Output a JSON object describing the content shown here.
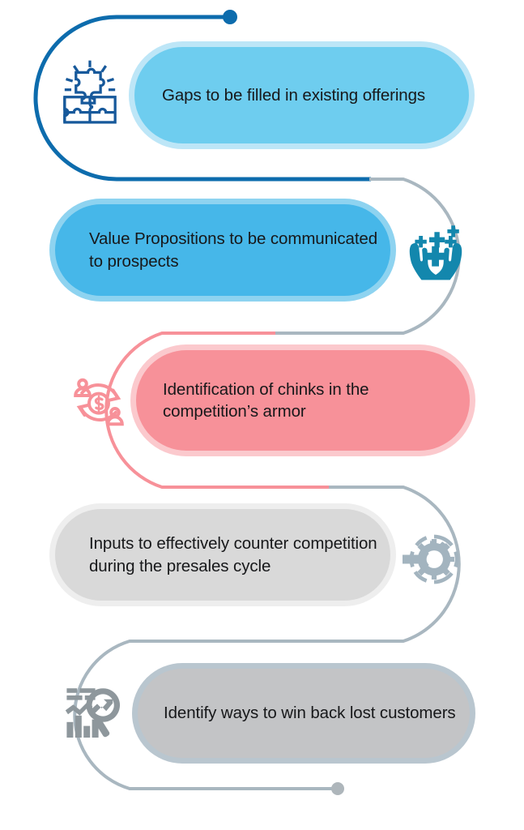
{
  "infographic": {
    "title_visible": false,
    "palette": {
      "dark_blue": "#0D6CAD",
      "light_blue_pill": "#6ECDEF",
      "light_blue_halo": "#BDE6F7",
      "blue_pill": "#46B7E9",
      "blue_halo": "#8ED3F0",
      "pink_line": "#F79199",
      "pink_pill": "#F79199",
      "pink_halo": "#FBC9CD",
      "gray_line": "#A9B7C0",
      "light_gray_pill": "#D9D9D9",
      "light_gray_halo": "#EEEEEE",
      "gray_pill": "#C3C4C6",
      "gray_halo": "#B9C6CF",
      "teal_icon": "#1387AD",
      "text": "#17181A",
      "background": "#FFFFFF"
    },
    "start_marker": {
      "name": "start-dot",
      "color": "#0D6CAD"
    },
    "end_marker": {
      "name": "end-dot",
      "color": "#AEB6BB"
    },
    "steps": [
      {
        "index": 1,
        "text": "Gaps to be filled in existing offerings",
        "icon": "puzzle-pieces-icon",
        "icon_side": "left",
        "pill_color": "#6ECDEF",
        "halo_color": "#BDE6F7",
        "icon_color": "#17599B",
        "connector_color": "#0D6CAD"
      },
      {
        "index": 2,
        "text": "Value Propositions to be communicated to prospects",
        "icon": "hands-with-sparkles-icon",
        "icon_side": "right",
        "pill_color": "#46B7E9",
        "halo_color": "#8ED3F0",
        "icon_color": "#1387AD",
        "connector_color": "#A9B7C0"
      },
      {
        "index": 3,
        "text": "Identification of chinks in the competition’s armor",
        "icon": "money-cycle-people-icon",
        "icon_side": "left",
        "pill_color": "#F79199",
        "halo_color": "#FBC9CD",
        "icon_color": "#F79199",
        "connector_color": "#F79199"
      },
      {
        "index": 4,
        "text": "Inputs to effectively counter competition during the presales cycle",
        "icon": "gear-target-arrow-icon",
        "icon_side": "right",
        "pill_color": "#D9D9D9",
        "halo_color": "#EEEEEE",
        "icon_color": "#A3B4BF",
        "connector_color": "#A9B7C0"
      },
      {
        "index": 5,
        "text": "Identify ways to win back lost customers",
        "icon": "chart-magnifier-icon",
        "icon_side": "left",
        "pill_color": "#C3C4C6",
        "halo_color": "#B9C6CF",
        "icon_color": "#8E979C",
        "connector_color": "#A9B7C0"
      }
    ]
  }
}
